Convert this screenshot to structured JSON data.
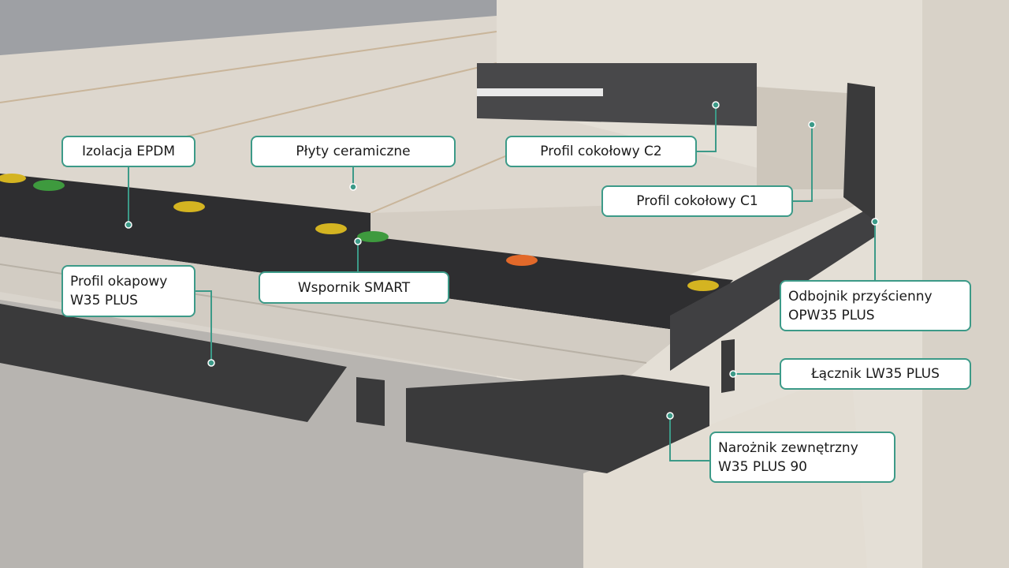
{
  "labels": {
    "izolacja_epdm": "Izolacja EPDM",
    "plyty_ceramiczne": "Płyty ceramiczne",
    "profil_c2": "Profil cokołowy C2",
    "profil_c1": "Profil cokołowy C1",
    "profil_okapowy": [
      "Profil okapowy",
      "W35 PLUS"
    ],
    "wspornik_smart": "Wspornik SMART",
    "odbojnik": [
      "Odbojnik przyścienny",
      "OPW35 PLUS"
    ],
    "lacznik": "Łącznik LW35 PLUS",
    "naroznik": [
      "Narożnik zewnętrzny",
      "W35 PLUS 90"
    ]
  },
  "colors": {
    "accent": "#3c9a88",
    "profile": "#3a3a3b",
    "tile": "#ddd7ce",
    "wall": "#e6e1d8",
    "concrete": "#b9b6b2"
  }
}
